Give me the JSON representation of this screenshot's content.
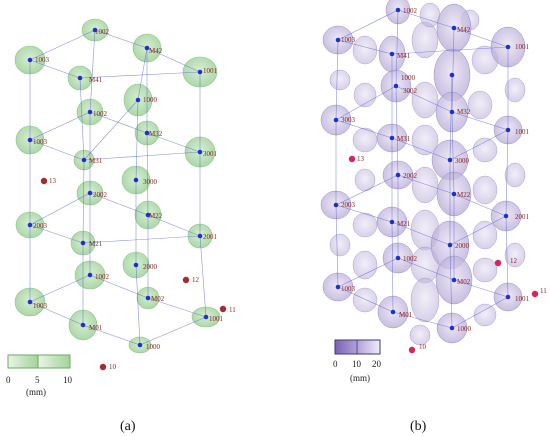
{
  "panels": [
    {
      "caption": "(a)",
      "colors": {
        "ellipsoid_fill": "#a9d8a4",
        "ellipsoid_stroke": "#8cc688",
        "edge": "#5a64d6",
        "node": "#1f2fd0"
      },
      "scale": {
        "ticks": [
          "0",
          "5",
          "10"
        ],
        "unit": "(mm)"
      },
      "node_labels": [
        "1002",
        "1003",
        "M42",
        "M41",
        "1001",
        "1002",
        "1000",
        "1003",
        "M32",
        "M31",
        "3001",
        "3000",
        "13",
        "2002",
        "2003",
        "M22",
        "M21",
        "2001",
        "2000",
        "1002",
        "12",
        "1003",
        "M02",
        "11",
        "M01",
        "1001",
        "1000",
        "10"
      ]
    },
    {
      "caption": "(b)",
      "colors": {
        "ellipsoid_fill": "#b9aed6",
        "ellipsoid_stroke": "#9d90c6",
        "edge": "#5a64d6",
        "node": "#1f2fd0",
        "marker": "#e0205c"
      },
      "scale": {
        "ticks": [
          "0",
          "10",
          "20"
        ],
        "unit": "(mm)"
      },
      "node_labels": [
        "1002",
        "1003",
        "M42",
        "1001",
        "M41",
        "1000",
        "3002",
        "3003",
        "M32",
        "1001",
        "M31",
        "13",
        "3000",
        "2002",
        "2003",
        "M22",
        "2001",
        "M21",
        "2000",
        "12",
        "1002",
        "1003",
        "M02",
        "11",
        "M01",
        "1001",
        "1000",
        "10"
      ]
    }
  ]
}
